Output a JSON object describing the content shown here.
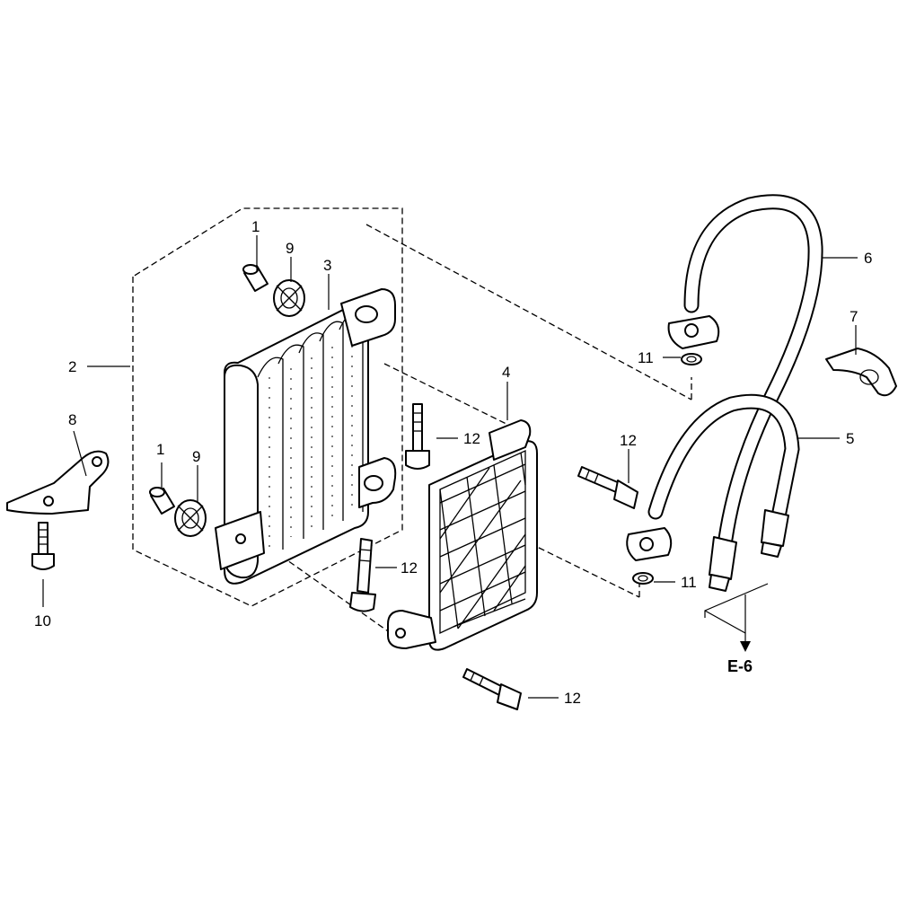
{
  "diagram": {
    "reference": "E-6",
    "callouts": {
      "spacer_top": "1",
      "spacer_bottom": "1",
      "oil_cooler_assembly": "2",
      "oil_cooler": "3",
      "cooler_guard": "4",
      "hose_short": "5",
      "hose_long": "6",
      "clamp": "7",
      "stay": "8",
      "grommet_top": "9",
      "grommet_bottom": "9",
      "bolt_stay": "10",
      "washer_top": "11",
      "washer_bottom": "11",
      "bolt_a": "12",
      "bolt_b": "12",
      "bolt_c": "12",
      "bolt_d": "12"
    }
  }
}
